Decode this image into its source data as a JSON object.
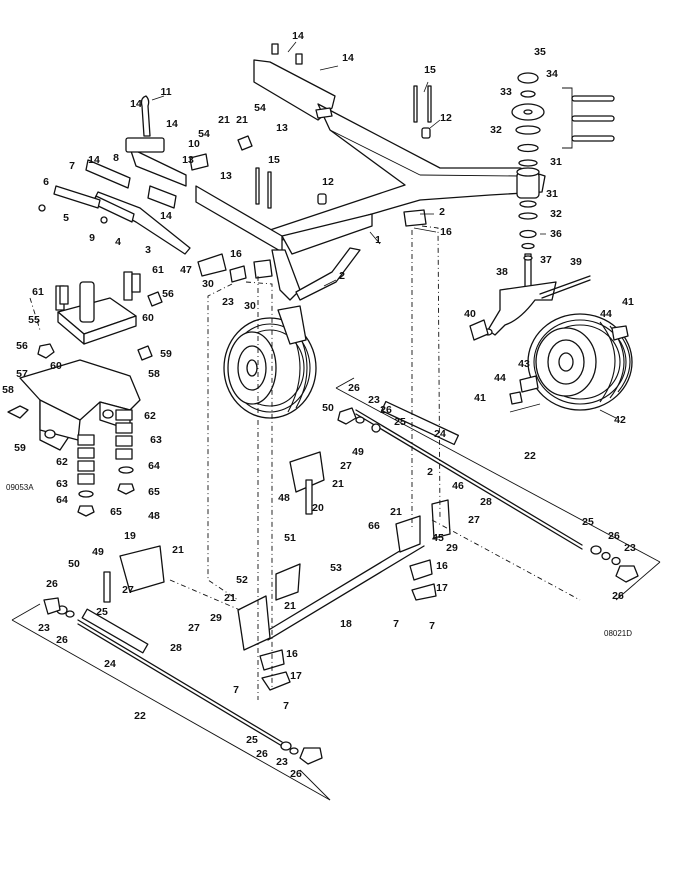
{
  "figure_refs": [
    "09053A",
    "08021D"
  ],
  "callouts": [
    "1",
    "2",
    "3",
    "4",
    "5",
    "6",
    "7",
    "8",
    "9",
    "10",
    "11",
    "12",
    "13",
    "14",
    "15",
    "16",
    "17",
    "18",
    "19",
    "20",
    "21",
    "22",
    "23",
    "24",
    "25",
    "26",
    "27",
    "28",
    "29",
    "30",
    "31",
    "32",
    "33",
    "34",
    "35",
    "36",
    "37",
    "38",
    "39",
    "40",
    "41",
    "42",
    "43",
    "44",
    "45",
    "46",
    "47",
    "48",
    "49",
    "50",
    "51",
    "52",
    "53",
    "54",
    "55",
    "56",
    "57",
    "58",
    "59",
    "60",
    "61",
    "62",
    "63",
    "64",
    "65",
    "66"
  ],
  "colors": {
    "line": "#111111",
    "paper": "#ffffff"
  }
}
